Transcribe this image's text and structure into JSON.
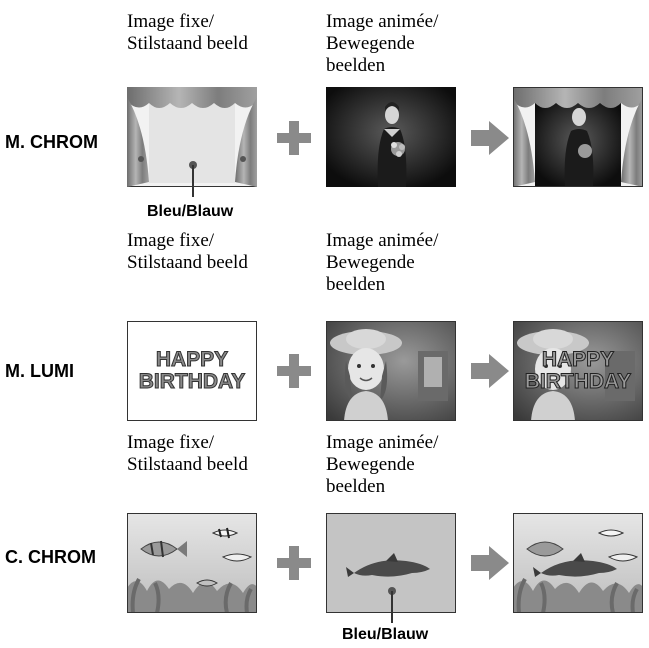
{
  "rows": [
    {
      "mode_label": "M. CHROM",
      "still_caption": [
        "Image fixe/",
        "Stilstaand beeld"
      ],
      "moving_caption": [
        "Image animée/",
        "Bewegende",
        "beelden"
      ],
      "key_color_label": "Bleu/Blauw",
      "key_on": "still",
      "still_image": "stage-curtain-blue-screen",
      "moving_image": "woman-with-flowers",
      "result_image": "woman-on-stage"
    },
    {
      "mode_label": "M. LUMI",
      "still_caption": [
        "Image fixe/",
        "Stilstaand beeld"
      ],
      "moving_caption": [
        "Image animée/",
        "Bewegende",
        "beelden"
      ],
      "still_text": [
        "HAPPY",
        "BIRTHDAY"
      ],
      "still_image": "happy-birthday-title-card",
      "moving_image": "girl-with-hat",
      "result_image": "girl-with-birthday-title"
    },
    {
      "mode_label": "C. CHROM",
      "still_caption": [
        "Image fixe/",
        "Stilstaand beeld"
      ],
      "moving_caption": [
        "Image animée/",
        "Bewegende",
        "beelden"
      ],
      "key_color_label": "Bleu/Blauw",
      "key_on": "moving",
      "still_image": "aquarium-fish",
      "moving_image": "dolphin-blue-screen",
      "result_image": "dolphin-in-aquarium"
    }
  ],
  "icons": {
    "plus": "plus-icon",
    "arrow": "arrow-right-icon"
  },
  "colors": {
    "icon_gray": "#8a8a8a",
    "frame_border": "#333333"
  }
}
